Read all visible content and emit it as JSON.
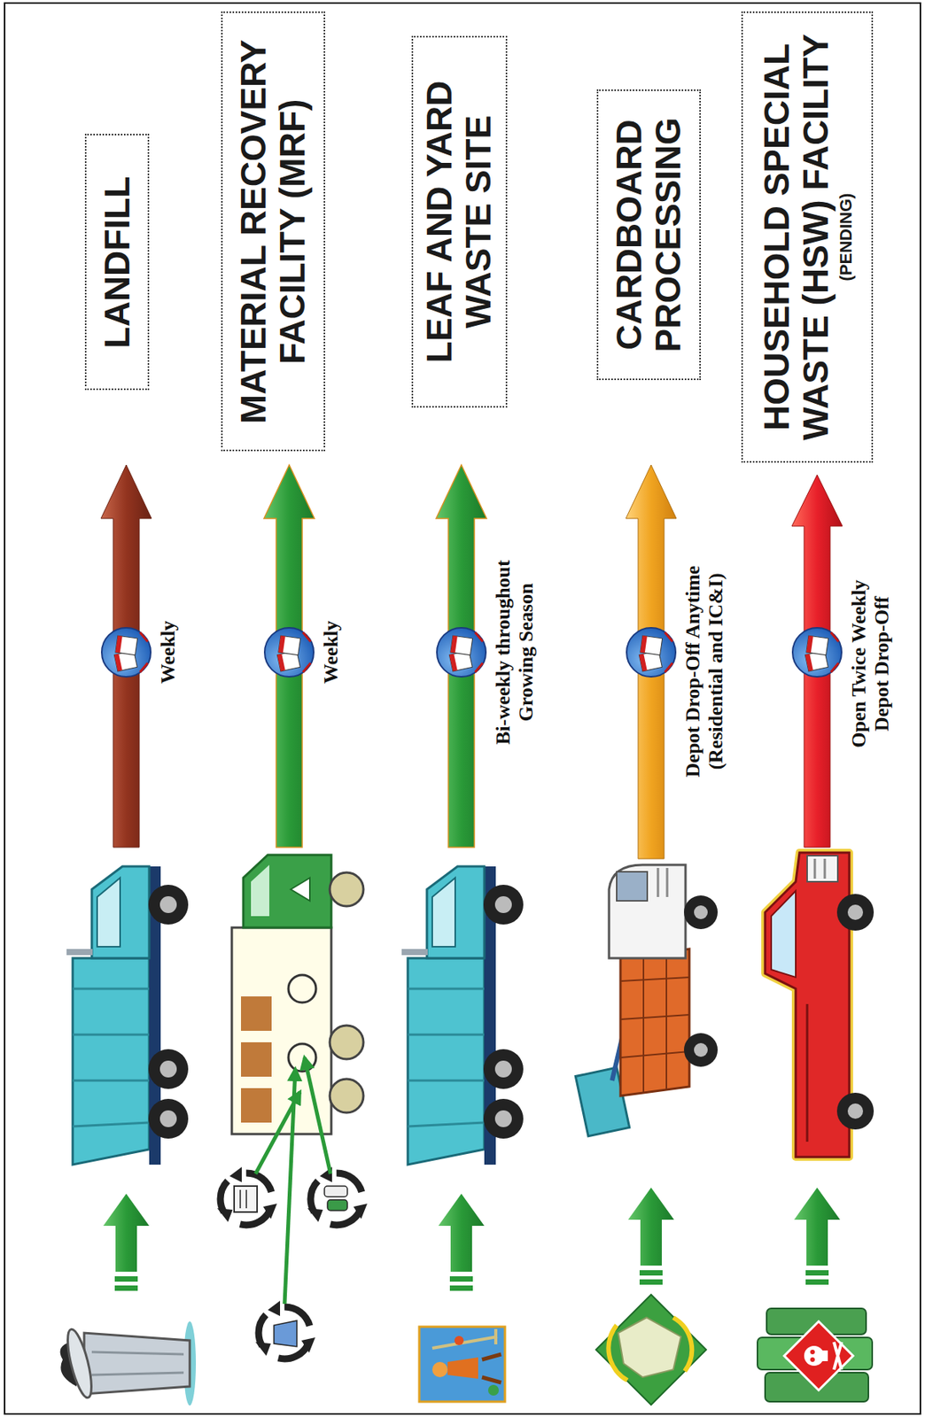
{
  "diagram": {
    "nodes": [
      {
        "text": [
          "LANDFILL"
        ]
      },
      {
        "text": [
          "MATERIAL RECOVERY FACILITY (MRF)"
        ]
      },
      {
        "text": [
          "LEAF AND YARD WASTE SITE"
        ]
      },
      {
        "text": [
          "CARDBOARD PROCESSING"
        ]
      },
      {
        "text": [
          "HOUSEHOLD SPECIAL WASTE (HSW) FACILITY",
          "(PENDING)"
        ]
      }
    ],
    "labels": [
      "Weekly",
      "Weekly",
      "Bi-weekly throughout Growing Season",
      "Depot Drop-Off Anytime (Residential and IC&I)",
      "Open Twice Weekly Depot Drop-Off"
    ]
  }
}
